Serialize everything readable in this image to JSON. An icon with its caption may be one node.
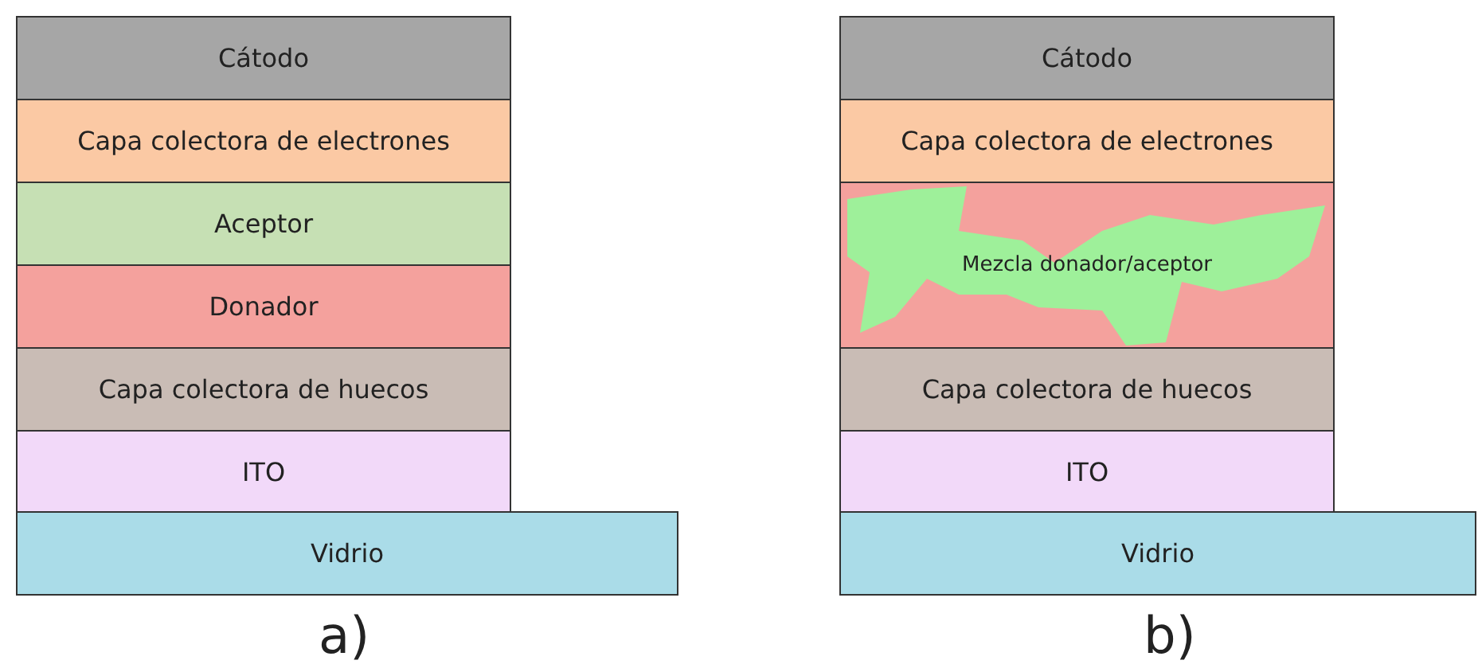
{
  "diagram": {
    "nodes": [
      {
        "text": [
          "Cátodo"
        ]
      },
      {
        "text": [
          "Capa colectora de electrones"
        ]
      },
      {
        "text": [
          "Aceptor"
        ]
      },
      {
        "text": [
          "Donador"
        ]
      },
      {
        "text": [
          "Capa colectora de huecos"
        ]
      },
      {
        "text": [
          "ITO"
        ]
      },
      {
        "text": [
          "Vidrio"
        ]
      },
      {
        "text": [
          "Cátodo"
        ]
      },
      {
        "text": [
          "Capa colectora de electrones"
        ]
      },
      {
        "text": [
          "Mezcla donador/aceptor"
        ]
      },
      {
        "text": [
          "Capa colectora de huecos"
        ]
      },
      {
        "text": [
          "ITO"
        ]
      },
      {
        "text": [
          "Vidrio"
        ]
      }
    ],
    "labels": [
      "a)",
      "b)"
    ]
  }
}
